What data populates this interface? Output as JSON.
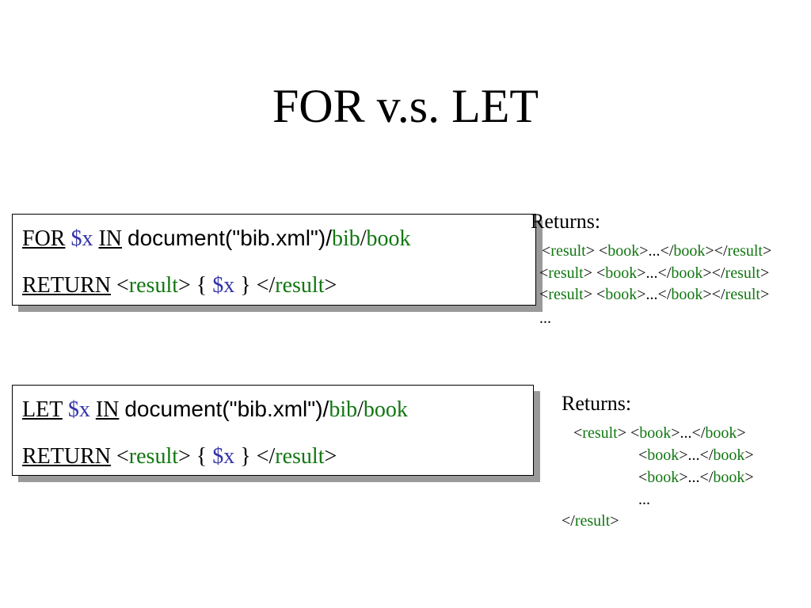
{
  "title": "FOR v.s. LET",
  "for_box": {
    "kw_for": "FOR",
    "var": "$x",
    "kw_in": "IN",
    "doc": "document(\"bib.xml\")/",
    "path1": "bib",
    "slash": "/",
    "path2": "book",
    "kw_return": "RETURN",
    "lt": "<",
    "result": "result",
    "gt_open": "> {",
    "var2": "$x",
    "close": "} </",
    "result2": "result",
    "gt": ">"
  },
  "let_box": {
    "kw_let": "LET",
    "var": "$x",
    "kw_in": "IN",
    "doc": "document(\"bib.xml\")/",
    "path1": "bib",
    "slash": "/",
    "path2": "book",
    "kw_return": "RETURN",
    "lt": "<",
    "result": "result",
    "gt_open": "> {",
    "var2": "$x",
    "close": "} </",
    "result2": "result",
    "gt": ">"
  },
  "for_returns": {
    "label": "Returns:",
    "tokens": {
      "lt": "<",
      "result": "result",
      "gt_space_lt": "> <",
      "book": "book",
      "gt_dots_lt_slash": ">...</",
      "gt_lt_slash": "></",
      "gt": ">"
    },
    "ellipsis": "..."
  },
  "let_returns": {
    "label": "Returns:",
    "tokens": {
      "lt": "<",
      "lt_slash": "</",
      "result": "result",
      "gt_space_lt": "> <",
      "book": "book",
      "gt_dots_lt_slash": ">...</",
      "gt": ">"
    },
    "ellipsis": "..."
  }
}
